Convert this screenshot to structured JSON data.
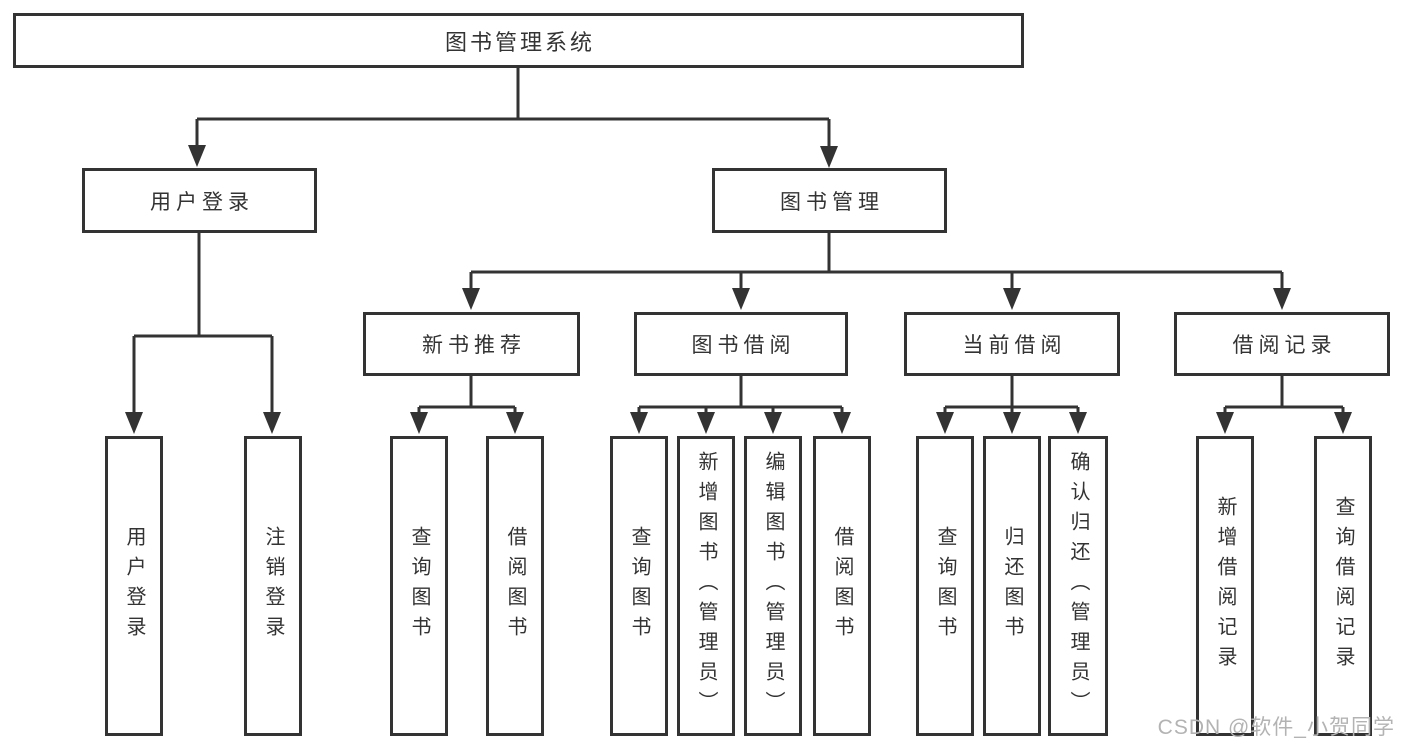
{
  "tree": {
    "root": {
      "label": "图书管理系统"
    },
    "user_login": {
      "label": "用户登录",
      "children": [
        {
          "label": "用户登录"
        },
        {
          "label": "注销登录"
        }
      ]
    },
    "book_management": {
      "label": "图书管理",
      "sections": [
        {
          "label": "新书推荐",
          "children": [
            {
              "label": "查询图书"
            },
            {
              "label": "借阅图书"
            }
          ]
        },
        {
          "label": "图书借阅",
          "children": [
            {
              "label": "查询图书"
            },
            {
              "label": "新增图书（管理员）"
            },
            {
              "label": "编辑图书（管理员）"
            },
            {
              "label": "借阅图书"
            }
          ]
        },
        {
          "label": "当前借阅",
          "children": [
            {
              "label": "查询图书"
            },
            {
              "label": "归还图书"
            },
            {
              "label": "确认归还（管理员）"
            }
          ]
        },
        {
          "label": "借阅记录",
          "children": [
            {
              "label": "新增借阅记录"
            },
            {
              "label": "查询借阅记录"
            }
          ]
        }
      ]
    }
  },
  "watermark": {
    "text": "CSDN @软件_小贺同学"
  },
  "colors": {
    "line": "#333333",
    "text": "#333333",
    "watermark": "#b3b3b3",
    "background": "#ffffff"
  }
}
